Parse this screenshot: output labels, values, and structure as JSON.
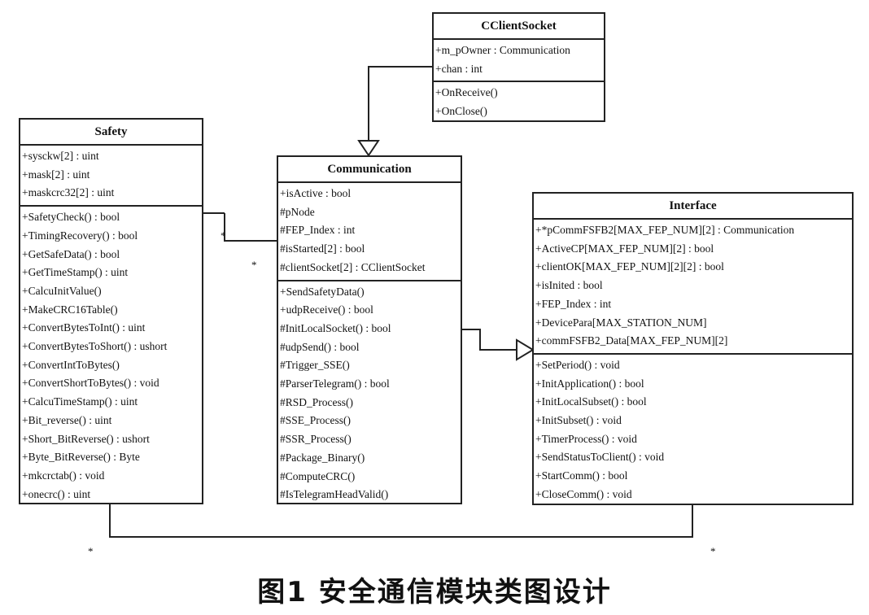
{
  "classes": {
    "cclientsocket": {
      "name": "CClientSocket",
      "attributes": [
        "+m_pOwner : Communication",
        "+chan : int"
      ],
      "methods": [
        "+OnReceive()",
        "+OnClose()"
      ]
    },
    "safety": {
      "name": "Safety",
      "attributes": [
        "+sysckw[2] : uint",
        "+mask[2] : uint",
        "+maskcrc32[2] : uint"
      ],
      "methods": [
        "+SafetyCheck() : bool",
        "+TimingRecovery() : bool",
        "+GetSafeData() : bool",
        "+GetTimeStamp() : uint",
        "+CalcuInitValue()",
        "+MakeCRC16Table()",
        "+ConvertBytesToInt() : uint",
        "+ConvertBytesToShort() : ushort",
        "+ConvertIntToBytes()",
        "+ConvertShortToBytes() : void",
        "+CalcuTimeStamp() : uint",
        "+Bit_reverse() : uint",
        "+Short_BitReverse() : ushort",
        "+Byte_BitReverse() : Byte",
        "+mkcrctab() : void",
        "+onecrc() : uint"
      ]
    },
    "communication": {
      "name": "Communication",
      "attributes": [
        "+isActive : bool",
        "#pNode",
        "#FEP_Index : int",
        "#isStarted[2] : bool",
        "#clientSocket[2] : CClientSocket"
      ],
      "methods": [
        "+SendSafetyData()",
        "+udpReceive() : bool",
        "#InitLocalSocket() : bool",
        "#udpSend() : bool",
        "#Trigger_SSE()",
        "#ParserTelegram() : bool",
        "#RSD_Process()",
        "#SSE_Process()",
        "#SSR_Process()",
        "#Package_Binary()",
        "#ComputeCRC()",
        "#IsTelegramHeadValid()"
      ]
    },
    "interface": {
      "name": "Interface",
      "attributes": [
        "+*pCommFSFB2[MAX_FEP_NUM][2] : Communication",
        "+ActiveCP[MAX_FEP_NUM][2] : bool",
        "+clientOK[MAX_FEP_NUM][2][2] : bool",
        "+isInited : bool",
        "+FEP_Index : int",
        "+DevicePara[MAX_STATION_NUM]",
        "+commFSFB2_Data[MAX_FEP_NUM][2]"
      ],
      "methods": [
        "+SetPeriod() : void",
        "+InitApplication() : bool",
        "+InitLocalSubset() : bool",
        "+InitSubset() : void",
        "+TimerProcess() : void",
        "+SendStatusToClient() : void",
        "+StartComm() : bool",
        "+CloseComm() : void"
      ]
    }
  },
  "multiplicities": {
    "safety_comm_near": "*",
    "safety_comm_far": "*",
    "bottom_left": "*",
    "bottom_right": "*"
  },
  "caption": "图1 安全通信模块类图设计"
}
